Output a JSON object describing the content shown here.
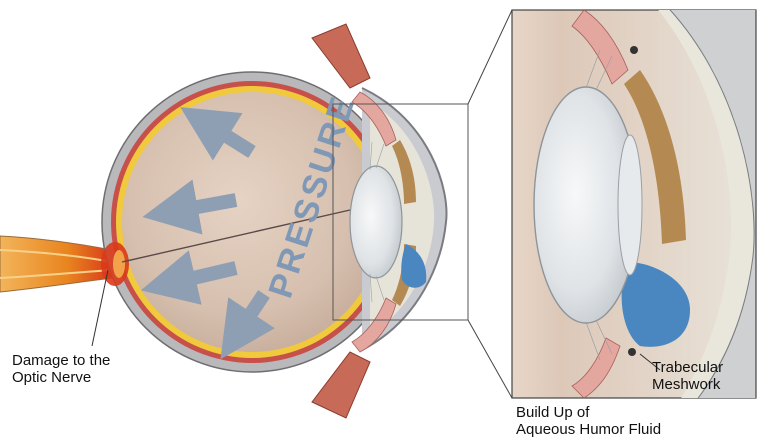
{
  "diagram": {
    "pressure_word": "PRESSURE",
    "labels": {
      "damage_line1": "Damage to the",
      "damage_line2": "Optic Nerve",
      "trabecular_line1": "Trabecular",
      "trabecular_line2": "Meshwork",
      "buildup_line1": "Build Up of",
      "buildup_line2": "Aqueous Humor Fluid"
    },
    "colors": {
      "sclera": "#b9b9bc",
      "retina_yellow": "#f0c93c",
      "choroid_red": "#c8504a",
      "vitreous": "#d8c2b2",
      "arrows": "#8e9fb4",
      "pressure_text": "#7f98b6",
      "lens": "#dfe3e6",
      "iris": "#b58a52",
      "aqueous_blue": "#4a86bf",
      "optic_nerve_orange": "#e8851f",
      "damage_red": "#d93a1a"
    }
  }
}
